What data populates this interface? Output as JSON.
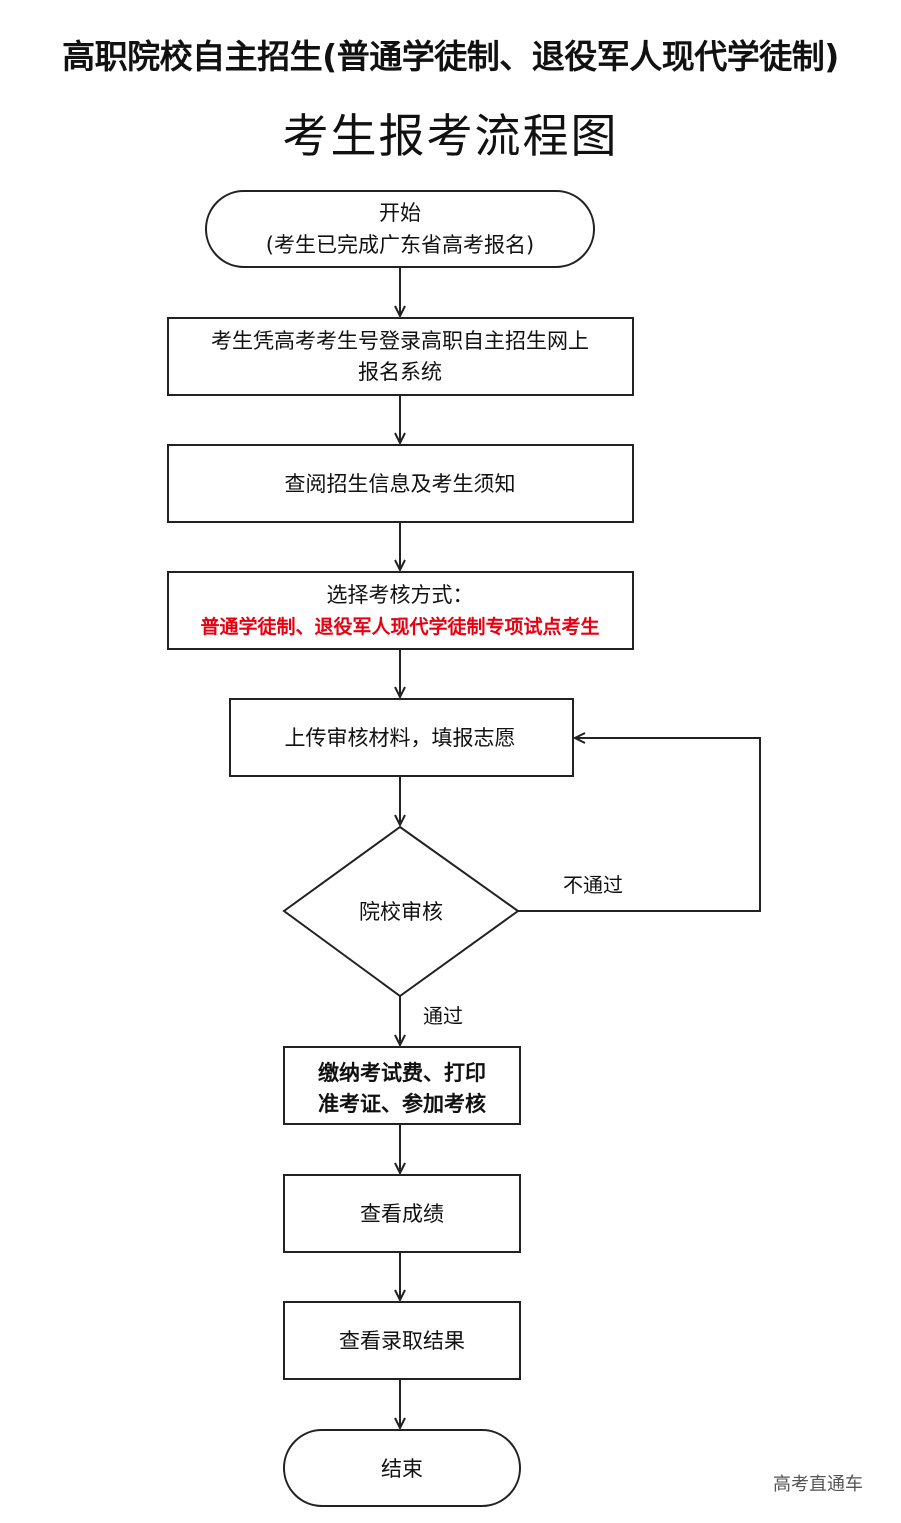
{
  "header": {
    "main_title": "高职院校自主招生(普通学徒制、退役军人现代学徒制)",
    "sub_title": "考生报考流程图"
  },
  "flow": {
    "start": {
      "line1": "开始",
      "line2": "(考生已完成广东省高考报名)"
    },
    "step_login": {
      "line1": "考生凭高考考生号登录高职自主招生网上",
      "line2": "报名系统"
    },
    "step_read": {
      "text": "查阅招生信息及考生须知"
    },
    "step_choose": {
      "line1": "选择考核方式：",
      "line2": "普通学徒制、退役军人现代学徒制专项试点考生"
    },
    "step_upload": {
      "text": "上传审核材料，填报志愿"
    },
    "decision": {
      "text": "院校审核"
    },
    "label_fail": "不通过",
    "label_pass": "通过",
    "step_pay": {
      "line1": "缴纳考试费、打印",
      "line2": "准考证、参加考核"
    },
    "step_score": {
      "text": "查看成绩"
    },
    "step_admit": {
      "text": "查看录取结果"
    },
    "end": {
      "text": "结束"
    }
  },
  "watermark": "高考直通车",
  "colors": {
    "highlight": "#e60012",
    "line": "#222222"
  }
}
